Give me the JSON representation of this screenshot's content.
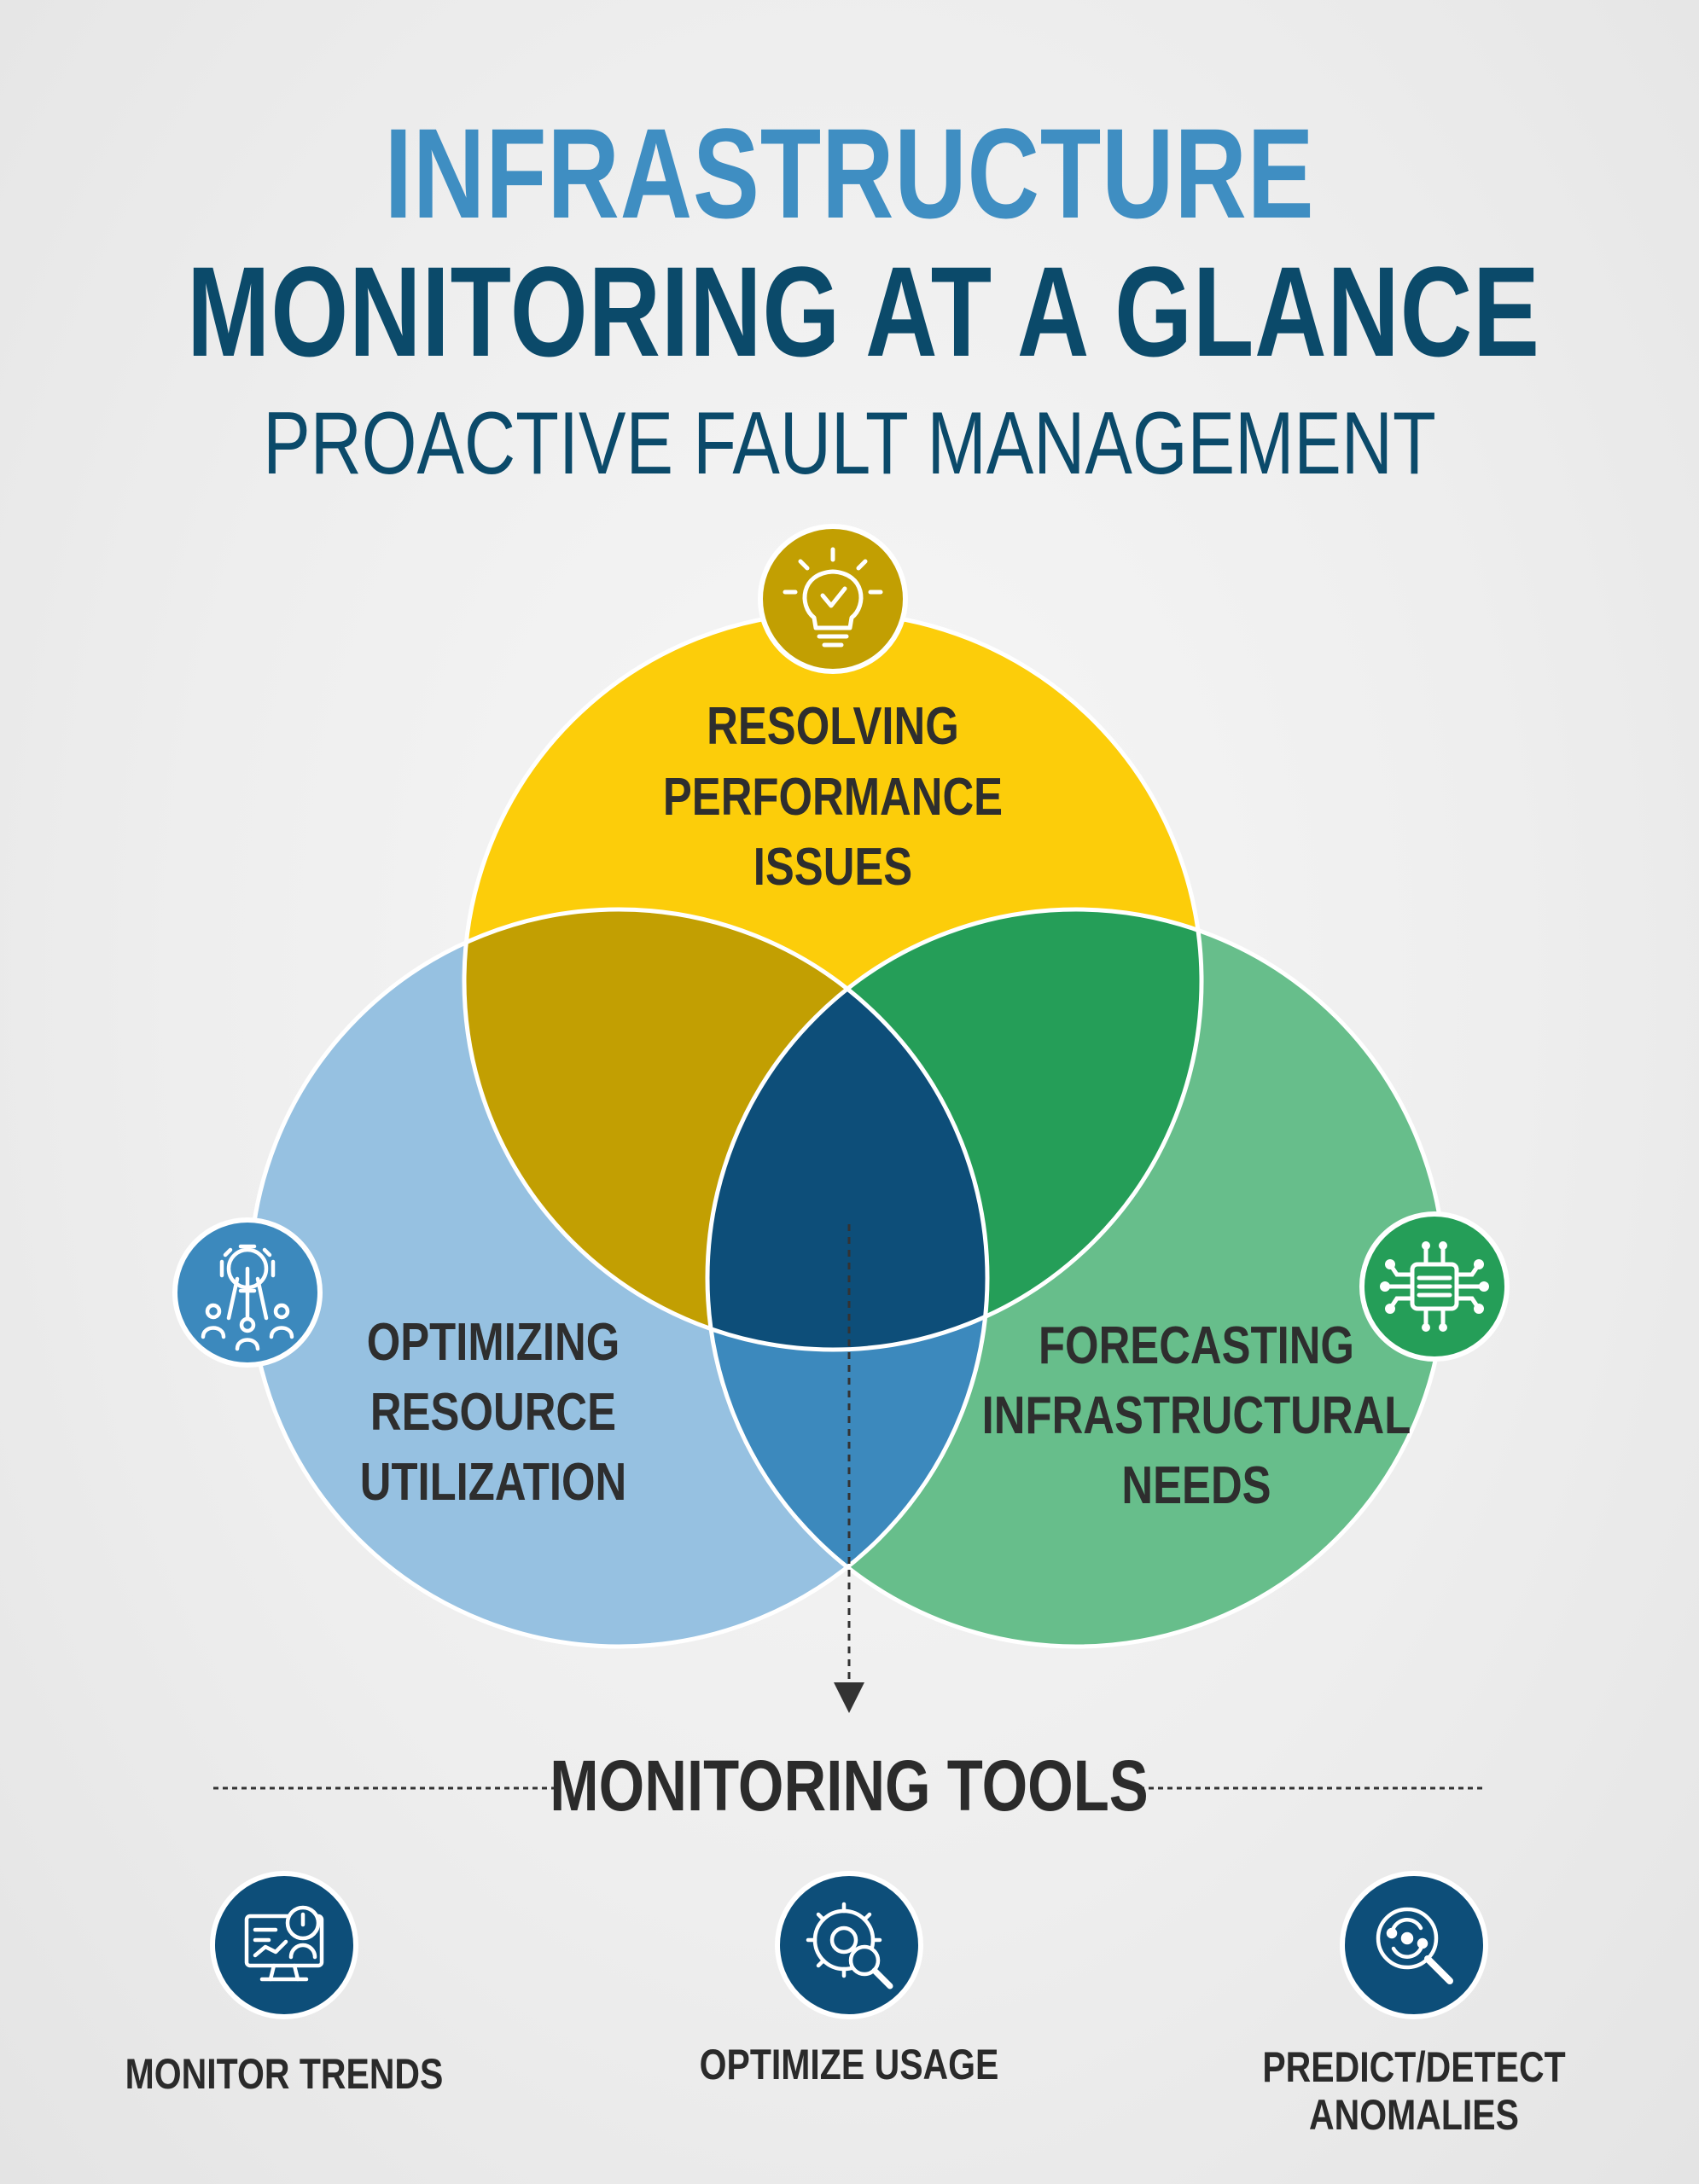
{
  "header": {
    "title_line1": "INFRASTRUCTURE",
    "title_line2": "MONITORING AT A GLANCE",
    "subtitle": "PROACTIVE FAULT MANAGEMENT"
  },
  "venn": {
    "top": {
      "lines": [
        "RESOLVING",
        "PERFORMANCE",
        "ISSUES"
      ],
      "icon": "lightbulb-check-icon",
      "color": "#fccd0a"
    },
    "left": {
      "lines": [
        "OPTIMIZING",
        "RESOURCE",
        "UTILIZATION"
      ],
      "icon": "gear-circuit-people-icon",
      "color": "#96c1e1"
    },
    "right": {
      "lines": [
        "FORECASTING",
        "INFRASTRUCTURAL",
        "NEEDS"
      ],
      "icon": "circuit-chip-icon",
      "color": "#67be8b"
    },
    "overlap_colors": {
      "top_left": "#c29f02",
      "top_right": "#259e58",
      "left_right": "#3c89bd",
      "center": "#0d4e79"
    }
  },
  "tools": {
    "title": "MONITORING TOOLS",
    "items": [
      {
        "label_lines": [
          "MONITOR TRENDS"
        ],
        "icon": "monitor-dashboard-icon"
      },
      {
        "label_lines": [
          "OPTIMIZE USAGE"
        ],
        "icon": "gear-magnifier-icon"
      },
      {
        "label_lines": [
          "PREDICT/DETECT",
          "ANOMALIES"
        ],
        "icon": "search-anomaly-icon"
      }
    ],
    "icon_color": "#0d4e79"
  }
}
